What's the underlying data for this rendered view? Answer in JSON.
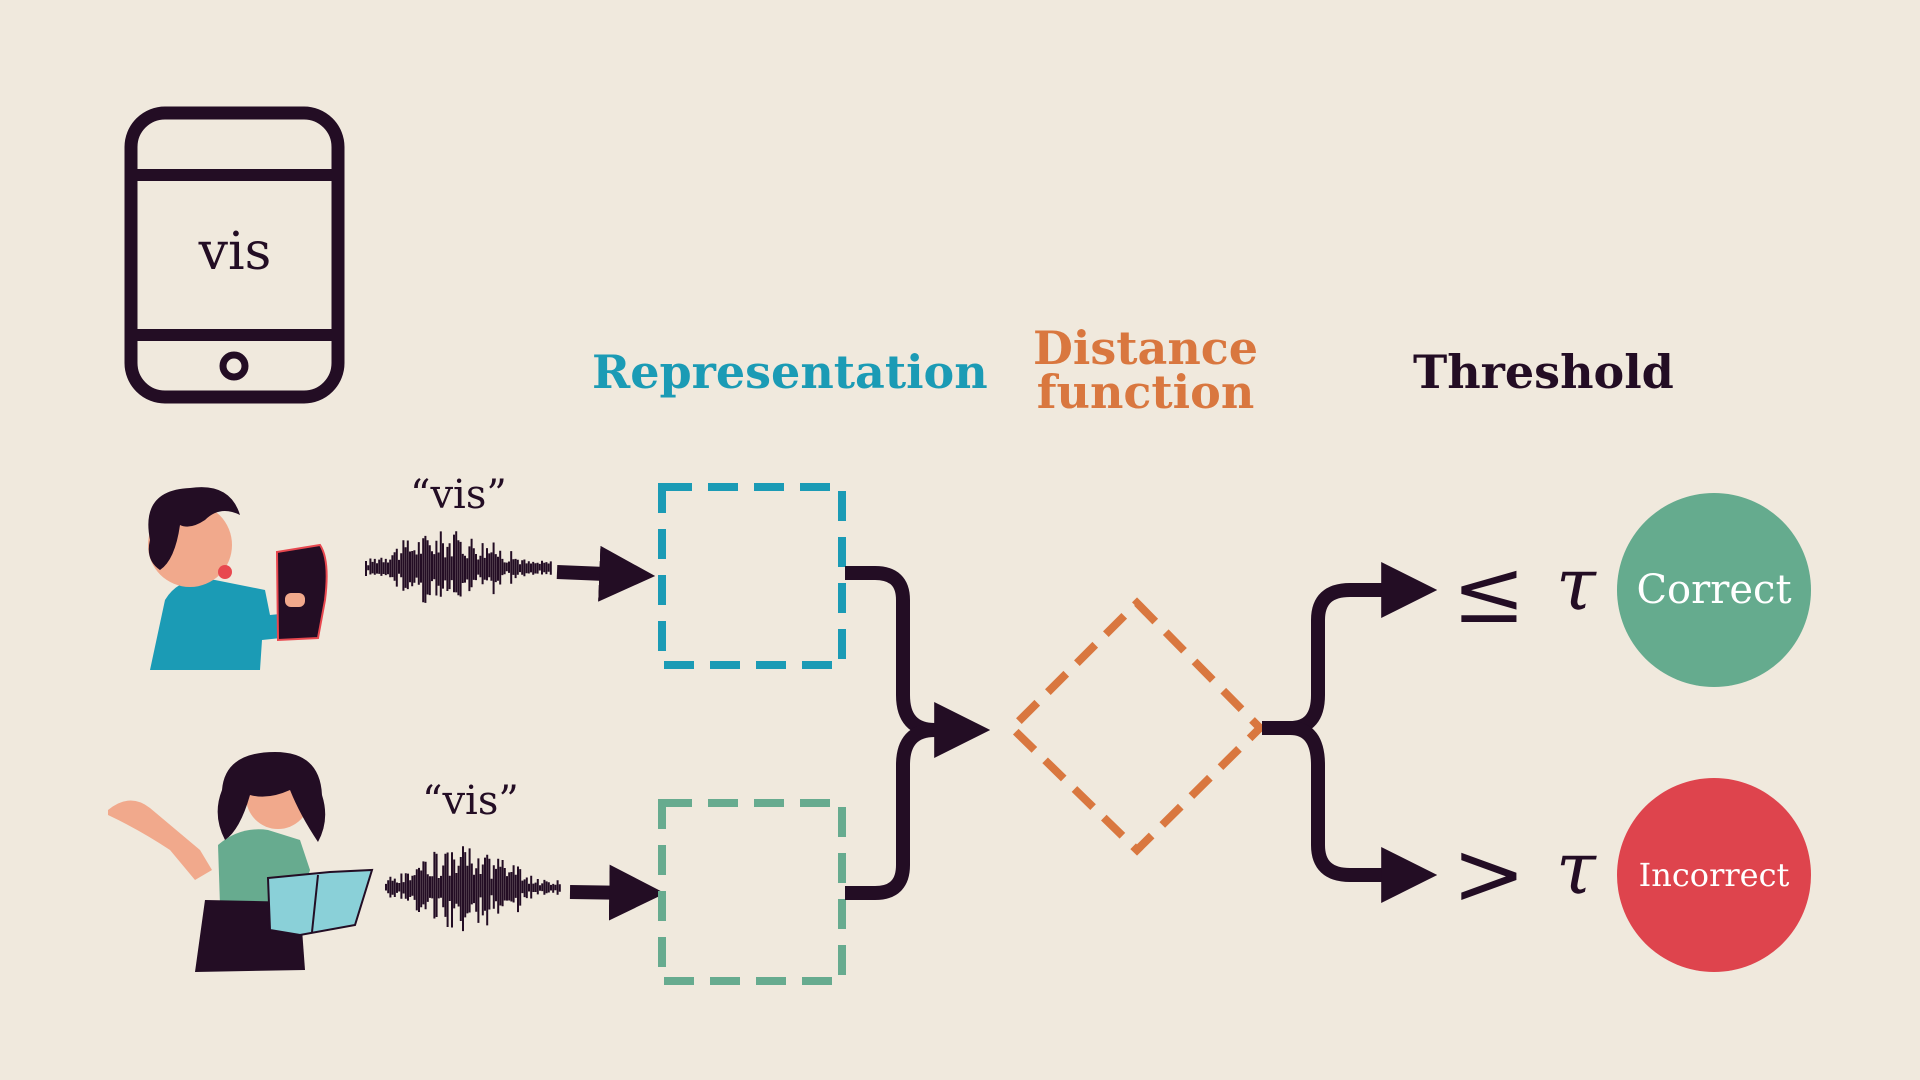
{
  "phone": {
    "screen_text": "vis"
  },
  "speakers": [
    {
      "quote": "“vis”"
    },
    {
      "quote": "“vis”"
    }
  ],
  "headings": {
    "representation": "Representation",
    "distance_line1": "Distance",
    "distance_line2": "function",
    "threshold": "Threshold"
  },
  "thresholds": [
    {
      "operator": "≤",
      "symbol": "τ",
      "result": "Correct",
      "color": "#65ab8e"
    },
    {
      "operator": ">",
      "symbol": "τ",
      "result": "Incorrect",
      "color": "#de444d"
    }
  ],
  "colors": {
    "background": "#f0e9dd",
    "ink": "#230d24",
    "representation": "#1b9bb5",
    "representation_alt": "#67ab8f",
    "distance": "#d9773f"
  }
}
